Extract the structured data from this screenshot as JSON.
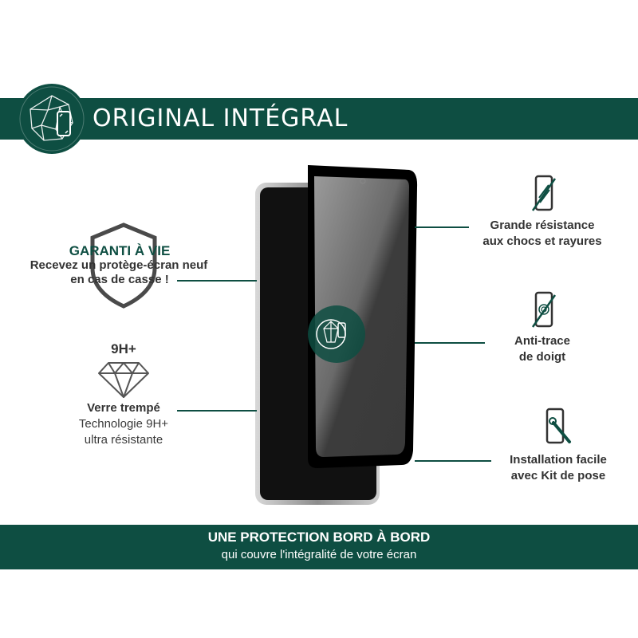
{
  "header": {
    "title": "ORIGINAL INTÉGRAL"
  },
  "left_features": {
    "warranty": {
      "title": "GARANTI À VIE",
      "line1": "Recevez un protège-écran neuf",
      "line2": "en cas de casse !"
    },
    "hardness": {
      "badge": "9H+",
      "title": "Verre trempé",
      "line1": "Technologie 9H+",
      "line2": "ultra résistante"
    }
  },
  "right_features": [
    {
      "line1": "Grande résistance",
      "line2": "aux chocs et rayures",
      "icon": "phone-scratch-icon"
    },
    {
      "line1": "Anti-trace",
      "line2": "de doigt",
      "icon": "phone-fingerprint-icon"
    },
    {
      "line1": "Installation facile",
      "line2": "avec Kit de pose",
      "icon": "phone-tool-icon"
    }
  ],
  "footer": {
    "title": "UNE PROTECTION BORD À BORD",
    "subtitle": "qui couvre l'intégralité de votre écran"
  },
  "colors": {
    "brand_green": "#0e4e42",
    "text_dark": "#333333",
    "white": "#ffffff"
  }
}
